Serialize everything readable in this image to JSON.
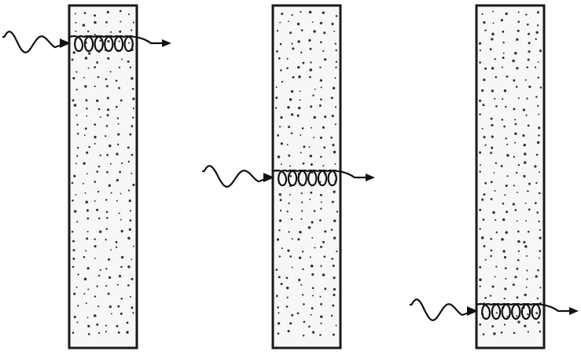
{
  "figure": {
    "panels": [
      {
        "id": "left"
      },
      {
        "id": "middle"
      },
      {
        "id": "right"
      }
    ]
  },
  "colors": {
    "ink": "#111111",
    "bar_fill": "#f7f7f7",
    "background": "#ffffff"
  }
}
